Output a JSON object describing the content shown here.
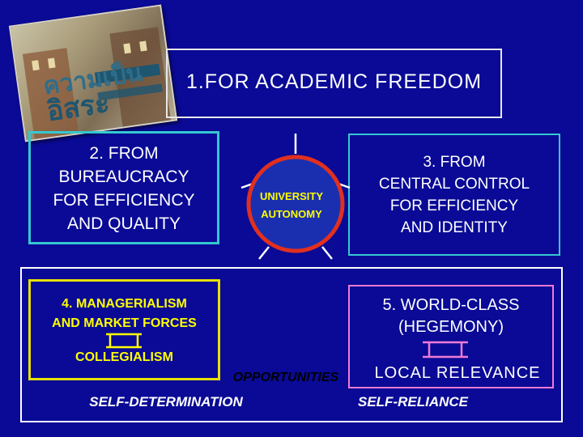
{
  "book": {
    "title_line1": "ความเป็น",
    "title_line2": "อิสระ"
  },
  "boxes": {
    "academic_freedom": "1.FOR  ACADEMIC  FREEDOM",
    "bureaucracy": [
      "2. FROM",
      "BUREAUCRACY",
      "FOR EFFICIENCY",
      "AND QUALITY"
    ],
    "central_control": [
      "3. FROM",
      "CENTRAL CONTROL",
      "FOR  EFFICIENCY",
      "AND IDENTITY"
    ],
    "managerialism": [
      "4. MANAGERIALISM",
      "AND MARKET FORCES"
    ],
    "collegialism": "COLLEGIALISM",
    "world_class": [
      "5. WORLD-CLASS",
      "(HEGEMONY)"
    ],
    "local_relevance": "LOCAL  RELEVANCE"
  },
  "center": {
    "line1": "UNIVERSITY",
    "line2": "AUTONOMY"
  },
  "bottom": {
    "opportunities": "OPPORTUNITIES",
    "self_determination": "SELF-DETERMINATION",
    "self_reliance": "SELF-RELIANCE"
  },
  "colors": {
    "background": "#0a0a96",
    "cyan_border": "#34c8d0",
    "yellow": "#ffff00",
    "pink_border": "#f07ad6",
    "circle_red": "#e03020"
  }
}
